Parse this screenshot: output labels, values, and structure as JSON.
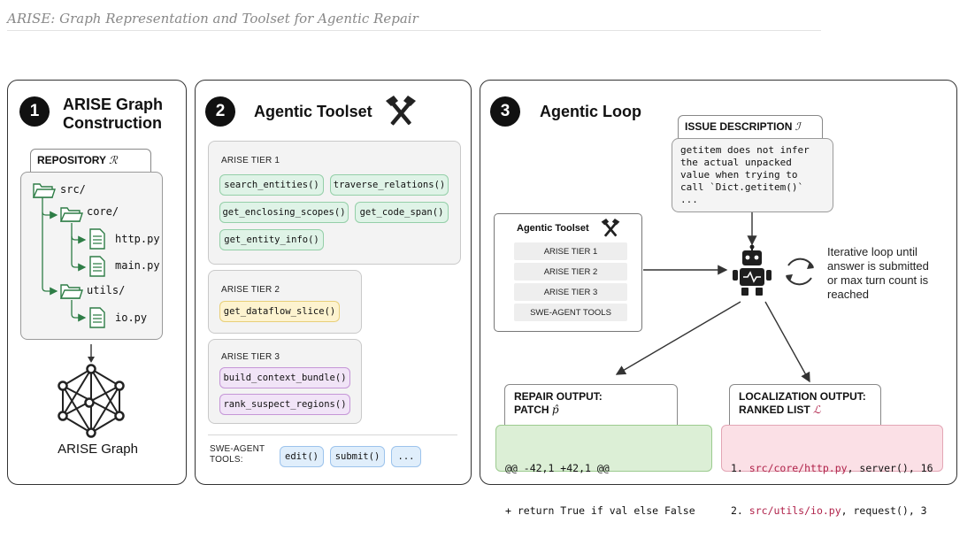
{
  "document": {
    "title": "ARISE: Graph Representation and Toolset for Agentic Repair"
  },
  "panel1": {
    "number": "1",
    "title_line1": "ARISE Graph",
    "title_line2": "Construction",
    "repo_label": "REPOSITORY",
    "repo_symbol": "ℛ",
    "tree": [
      "src/",
      "core/",
      "http.py",
      "main.py",
      "utils/",
      "io.py"
    ],
    "graph_label": "ARISE Graph"
  },
  "panel2": {
    "number": "2",
    "title": "Agentic Toolset",
    "tier1": {
      "title": "ARISE TIER 1",
      "tools": [
        "search_entities()",
        "traverse_relations()",
        "get_enclosing_scopes()",
        "get_code_span()",
        "get_entity_info()"
      ]
    },
    "tier2": {
      "title": "ARISE TIER 2",
      "tools": [
        "get_dataflow_slice()"
      ]
    },
    "tier3": {
      "title": "ARISE TIER 3",
      "tools": [
        "build_context_bundle()",
        "rank_suspect_regions()"
      ]
    },
    "swe": {
      "title_line1": "SWE-AGENT",
      "title_line2": "TOOLS:",
      "tools": [
        "edit()",
        "submit()",
        "..."
      ]
    }
  },
  "panel3": {
    "number": "3",
    "title": "Agentic Loop",
    "issue": {
      "label": "ISSUE DESCRIPTION",
      "symbol": "ℐ",
      "lines": [
        "getitem does not infer",
        "the actual unpacked",
        "value when trying to",
        "call `Dict.getitem()`",
        "..."
      ]
    },
    "toolset": {
      "title": "Agentic Toolset",
      "rows": [
        "ARISE TIER 1",
        "ARISE TIER 2",
        "ARISE TIER 3",
        "SWE-AGENT TOOLS"
      ]
    },
    "loop_text": [
      "Iterative loop until",
      "answer is submitted",
      "or max turn count is",
      "reached"
    ],
    "repair": {
      "title_line1": "REPAIR OUTPUT:",
      "title_line2": "PATCH",
      "symbol": "p̂",
      "lines": [
        "@@ -42,1 +42,1 @@",
        "+ return True if val else False"
      ]
    },
    "localization": {
      "title_line1": "LOCALIZATION OUTPUT:",
      "title_line2": "RANKED LIST",
      "symbol": "ℒ",
      "items": [
        {
          "num": "1.",
          "path": "src/core/http.py",
          "rest": ", server(), 16"
        },
        {
          "num": "2.",
          "path": "src/utils/io.py",
          "rest": ", request(), 3"
        }
      ]
    }
  },
  "colors": {
    "green": "#dff3e7",
    "yellow": "#fdf3cf",
    "purple": "#f1e4f7",
    "blue": "#e0eefb",
    "patch": "#dcefd6",
    "ranked": "#fbe0e6",
    "accent_red": "#b0224a"
  }
}
